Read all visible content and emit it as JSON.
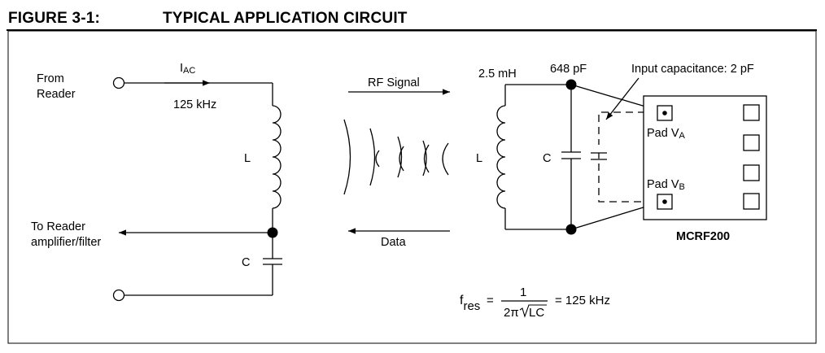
{
  "figure": {
    "number": "FIGURE 3-1:",
    "title": "TYPICAL APPLICATION CIRCUIT"
  },
  "reader": {
    "input_label_line1": "From",
    "input_label_line2": "Reader",
    "current_main": "I",
    "current_sub": "AC",
    "frequency": "125 kHz",
    "inductor_label": "L",
    "capacitor_label": "C",
    "output_label_line1": "To Reader",
    "output_label_line2": "amplifier/filter"
  },
  "link": {
    "rf_label": "RF Signal",
    "data_label": "Data"
  },
  "tag": {
    "inductance": "2.5 mH",
    "capacitance": "648 pF",
    "inductor_label": "L",
    "capacitor_label": "C",
    "input_capacitance": "Input capacitance: 2 pF",
    "pad_a_main": "Pad V",
    "pad_a_sub": "A",
    "pad_b_main": "Pad V",
    "pad_b_sub": "B",
    "chip_name": "MCRF200"
  },
  "formula": {
    "lhs_main": "f",
    "lhs_sub": "res",
    "equals": "=",
    "numerator": "1",
    "denominator_prefix": "2π",
    "denominator_radicand": "LC",
    "result": "= 125 kHz"
  }
}
